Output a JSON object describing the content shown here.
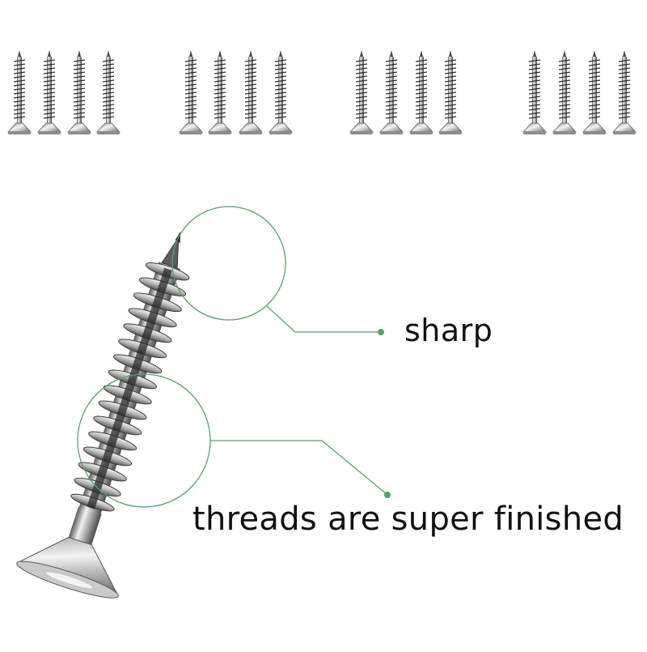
{
  "callouts": {
    "sharp": "sharp",
    "threads": "threads are super finished"
  },
  "colors": {
    "accent_green": "#5aa06a",
    "metal_light": "#eeeeee",
    "metal_mid": "#a9a9a9",
    "metal_dark": "#3a3a3a"
  },
  "small_screws": {
    "groups": 4,
    "per_group": 4
  }
}
